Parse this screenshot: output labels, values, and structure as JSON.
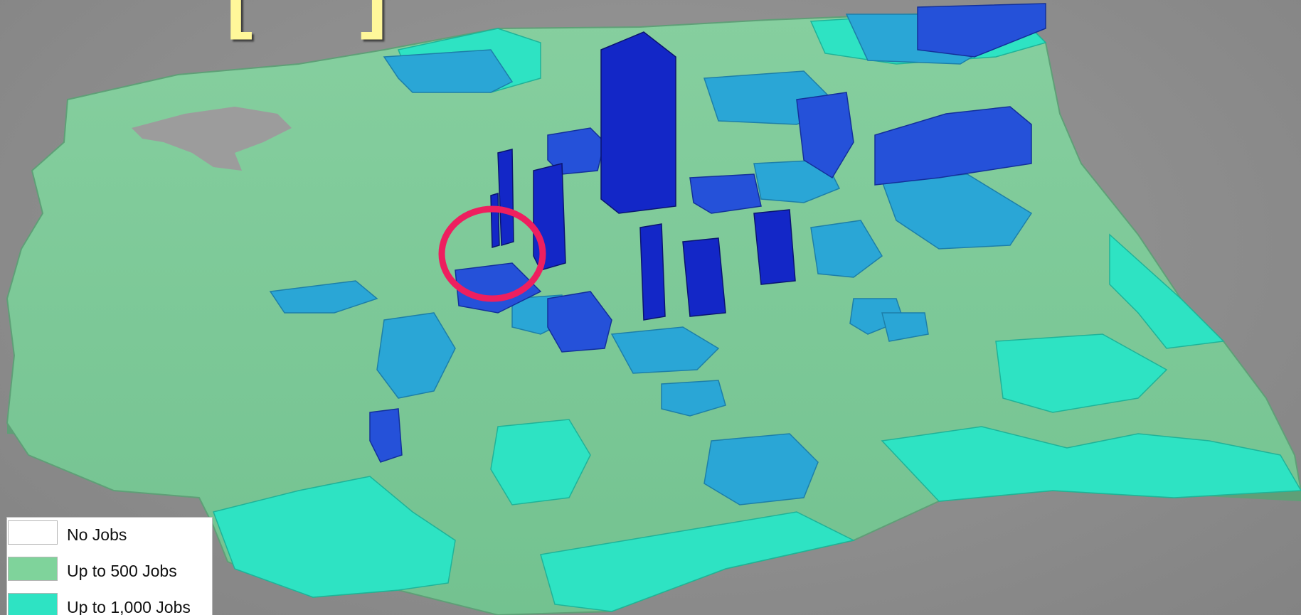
{
  "title_fragment": "[ ]",
  "colors": {
    "no_jobs": "#ffffff",
    "up_to_500": "#7fd39b",
    "up_to_1000": "#2ee3c3",
    "mid_blue": "#2aa6d6",
    "high_blue": "#2551d9",
    "top_blue": "#1327c7",
    "highlight_circle": "#ee1f5f",
    "background": "#8f8f8f"
  },
  "legend": {
    "items": [
      {
        "label": "No Jobs",
        "color": "#ffffff"
      },
      {
        "label": "Up to 500 Jobs",
        "color": "#7fd39b"
      },
      {
        "label": "Up to 1,000 Jobs",
        "color": "#2ee3c3"
      }
    ]
  }
}
